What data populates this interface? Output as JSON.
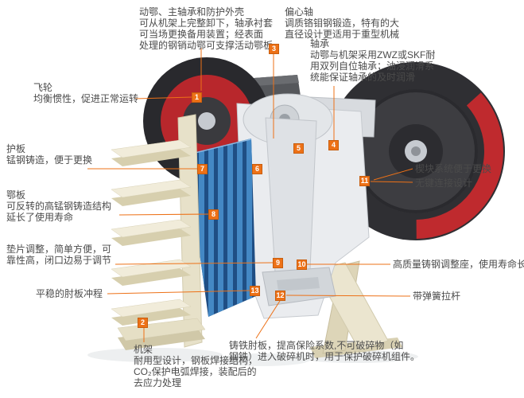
{
  "colors": {
    "accent_orange": "#ed7117",
    "marker_text": "#ffffff",
    "body_text": "#4b4b4b",
    "flywheel_red": "#bf2a2e",
    "flywheel_dark": "#2f2f33",
    "jaw_plate_blue": "#2e6fae",
    "stand_cream": "#ece7d3",
    "frame_gray": "#eaecef"
  },
  "markers": [
    "1",
    "2",
    "3",
    "4",
    "5",
    "6",
    "7",
    "8",
    "9",
    "10",
    "11",
    "12",
    "13"
  ],
  "annotations": {
    "moving_jaw_assembly": "动鄂、主轴承和防护外壳\n可从机架上完整卸下，轴承衬套\n可当场更换备用装置；经表面\n处理的钢销动鄂可支撑活动鄂板。",
    "eccentric_shaft": "偏心轴\n调质铬钼钢锻造，特有的大\n直径设计更适用于重型机械",
    "bearings": "轴承\n动鄂与机架采用ZWZ或SKF耐\n用双列自位轴承；油浸润滑系\n统能保证轴承的及时润滑",
    "flywheel": "飞轮\n均衡惯性，促进正常运转",
    "guard_plate": "护板\n锰钢铸造，便于更换",
    "jaw_plate": "鄂板\n可反转的高锰钢铸造结构\n延长了使用寿命",
    "shim_adjustment": "垫片调整，简单方便，可\n靠性高，闭口边易于调节",
    "toggle_stroke": "平稳的肘板冲程",
    "frame": "机架\n耐用型设计，钢板焊接结构，\nCO₂保护电弧焊接，装配后的\n去应力处理",
    "toggle_plate": "铸铁肘板，提高保险系数,不可破碎物（如\n钢铁）进入破碎机时，用于保护破碎机组件。",
    "wedge_system": "楔块系统便于更换",
    "keyless_connection": "无键连接设计",
    "adjustment_seat": "高质量铸钢调整座，使用寿命长",
    "spring_rod": "带弹簧拉杆"
  }
}
